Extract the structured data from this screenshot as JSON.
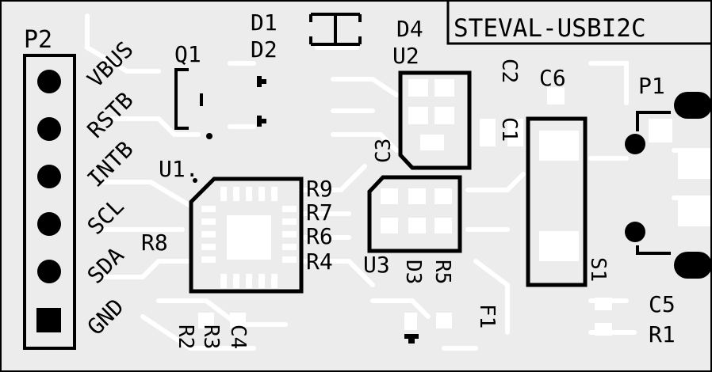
{
  "board": {
    "title": "STEVAL-USBI2C",
    "silk_color": "#000000",
    "copper_color": "#ffffff",
    "substrate_color": "#ececec"
  },
  "connector_p2": {
    "ref": "P2",
    "pins": [
      "VBUS",
      "RSTB",
      "INTB",
      "SCL",
      "SDA",
      "GND"
    ]
  },
  "connector_p1": {
    "ref": "P1"
  },
  "components": {
    "Q1": "Q1",
    "D1": "D1",
    "D2": "D2",
    "D3": "D3",
    "D4": "D4",
    "U1": "U1.",
    "U2": "U2",
    "U3": "U3",
    "R1": "R1",
    "R2": "R2",
    "R3": "R3",
    "R4": "R4",
    "R5": "R5",
    "R6": "R6",
    "R7": "R7",
    "R8": "R8",
    "R9": "R9",
    "C1": "C1",
    "C2": "C2",
    "C3": "C3",
    "C4": "C4",
    "C5": "C5",
    "C6": "C6",
    "F1": "F1",
    "S1": "S1"
  }
}
